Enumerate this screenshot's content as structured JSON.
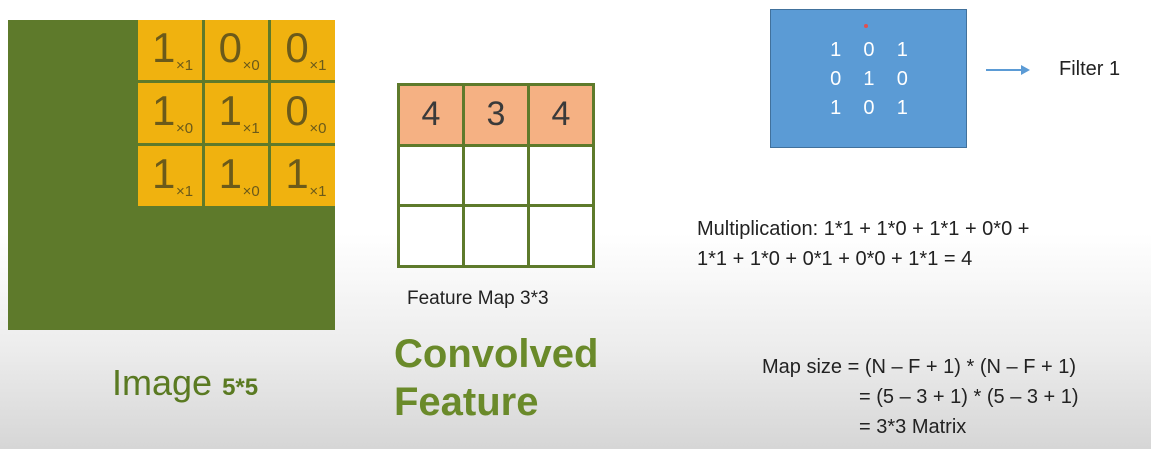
{
  "image": {
    "label": "Image",
    "size": "5*5",
    "kernel_cells": [
      {
        "value": "1",
        "weight": "×1"
      },
      {
        "value": "0",
        "weight": "×0"
      },
      {
        "value": "0",
        "weight": "×1"
      },
      {
        "value": "1",
        "weight": "×0"
      },
      {
        "value": "1",
        "weight": "×1"
      },
      {
        "value": "0",
        "weight": "×0"
      },
      {
        "value": "1",
        "weight": "×1"
      },
      {
        "value": "1",
        "weight": "×0"
      },
      {
        "value": "1",
        "weight": "×1"
      }
    ]
  },
  "feature_map": {
    "cells": [
      "4",
      "3",
      "4",
      "",
      "",
      "",
      "",
      "",
      ""
    ],
    "caption": "Feature Map 3*3"
  },
  "convolved_label": [
    "Convolved",
    "Feature"
  ],
  "filter": {
    "values": [
      "1",
      "0",
      "1",
      "0",
      "1",
      "0",
      "1",
      "0",
      "1"
    ],
    "label": "Filter 1"
  },
  "multiplication": [
    "Multiplication: 1*1 + 1*0 + 1*1 + 0*0 +",
    "1*1 + 1*0 + 0*1 + 0*0 + 1*1 = 4"
  ],
  "map_size": [
    "Map size = (N – F + 1) * (N – F + 1)",
    "= (5 – 3 + 1) * (5 – 3 + 1)",
    "= 3*3 Matrix"
  ],
  "colors": {
    "image_green": "#5e7a2b",
    "kernel_orange": "#f0b20f",
    "feature_peach": "#f5b183",
    "filter_blue": "#5b9bd5",
    "label_green": "#5a7a22"
  }
}
